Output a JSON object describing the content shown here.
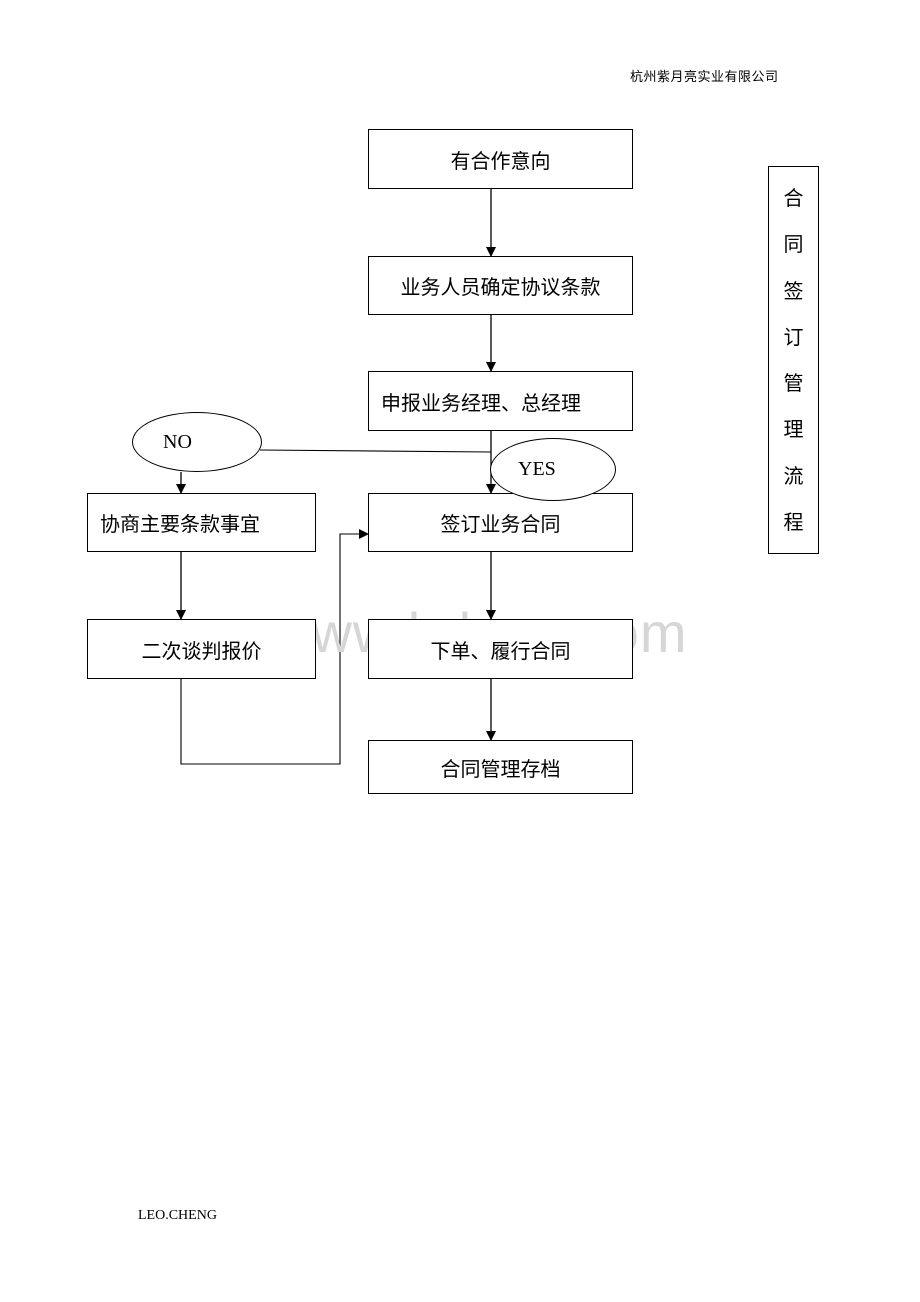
{
  "header": {
    "company": "杭州紫月亮实业有限公司"
  },
  "flow": {
    "step1": "有合作意向",
    "step2": "业务人员确定协议条款",
    "step3": "申报业务经理、总经理",
    "sign": "签订业务合同",
    "execute": "下单、履行合同",
    "archive": "合同管理存档",
    "negotiate": "协商主要条款事宜",
    "requote": "二次谈判报价",
    "no_label": "NO",
    "yes_label": "YES"
  },
  "side_title": {
    "chars": [
      "合",
      "同",
      "签",
      "订",
      "管",
      "理",
      "流",
      "程"
    ]
  },
  "watermark": "www.bdocx.com",
  "footer": {
    "author": "LEO.CHENG"
  }
}
